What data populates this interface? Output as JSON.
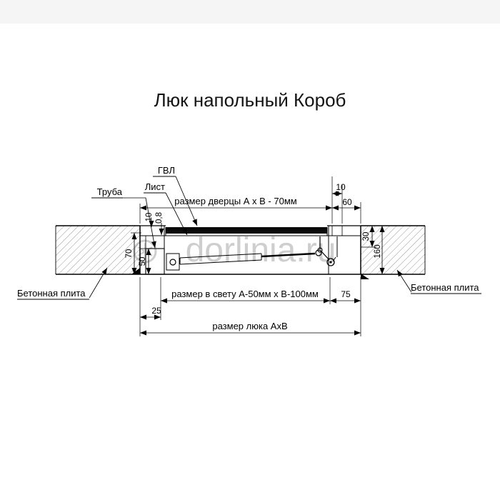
{
  "title": "Люк напольный Короб",
  "watermark": {
    "text": "dorlinia.ru"
  },
  "callouts": {
    "gvl": "ГВЛ",
    "sheet": "Лист",
    "tube": "Труба",
    "concrete_left": "Бетонная плита",
    "concrete_right": "Бетонная плита"
  },
  "dimensions": {
    "door_size": "размер дверцы А х В - 70мм",
    "clear_size": "размер в свету А-50мм х В-100мм",
    "hatch_size": "размер люка АхВ",
    "top_flange": "10",
    "top_frame": "60",
    "gvl_thickness": "10",
    "sheet_thickness": "0,8",
    "tube_height": "50",
    "left_depth": "70",
    "right_offset": "30",
    "total_depth": "160",
    "frame_width": "75",
    "tube_width": "25"
  },
  "colors": {
    "line": "#000000",
    "door_bar": "#0a0a0a",
    "watermark": "#c6c6c6",
    "hatch": "#8c8c8c",
    "top_strip": "#f5f5f5"
  }
}
